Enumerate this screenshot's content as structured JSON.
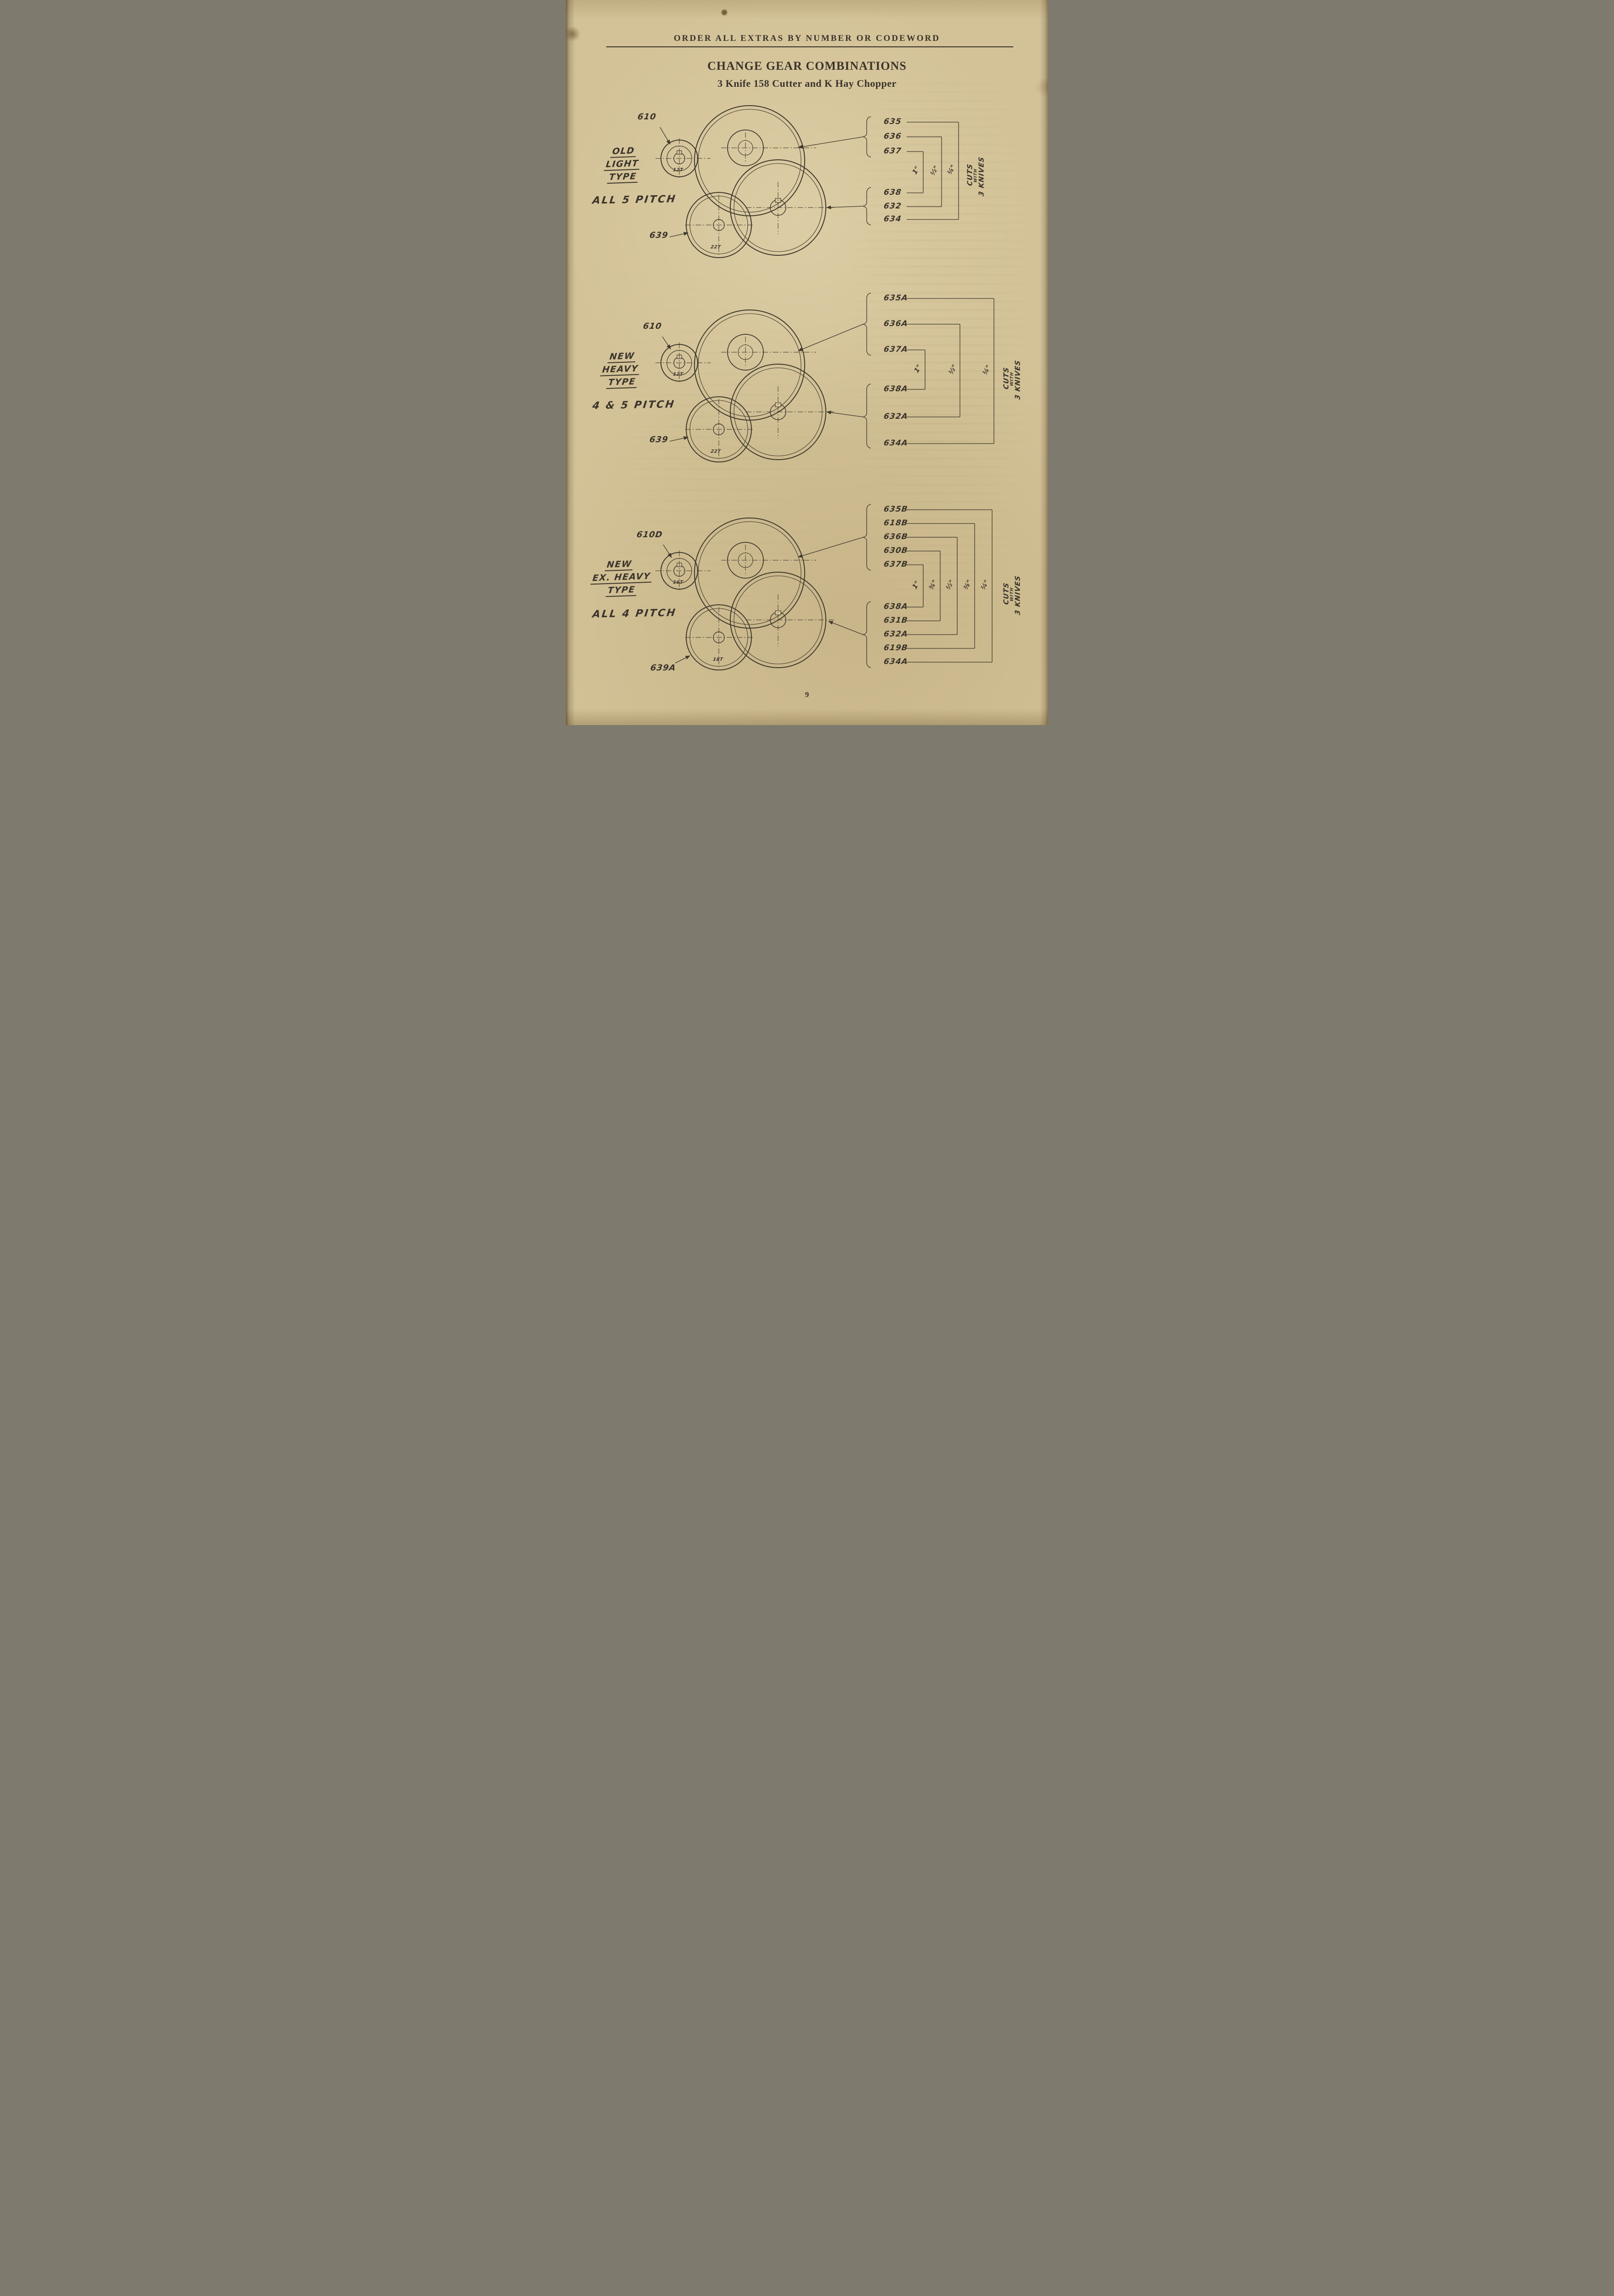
{
  "page": {
    "header": "ORDER ALL EXTRAS BY NUMBER OR CODEWORD",
    "title": "CHANGE GEAR COMBINATIONS",
    "subtitle": "3 Knife 158 Cutter and K Hay Chopper",
    "page_number": "9"
  },
  "sections": [
    {
      "type_lines": [
        "OLD",
        "LIGHT",
        "TYPE"
      ],
      "pitch": "ALL 5 PITCH",
      "small_gear_label": "610",
      "small_gear_teeth": "12T",
      "lower_gear_label": "639",
      "lower_gear_teeth": "22T",
      "upper_parts": [
        "635",
        "636",
        "637"
      ],
      "lower_parts": [
        "638",
        "632",
        "634"
      ],
      "cuts": [
        "1\"",
        "½\"",
        "¼\""
      ],
      "cuts_note": [
        "CUTS",
        "WITH",
        "3 KNIVES"
      ]
    },
    {
      "type_lines": [
        "NEW",
        "HEAVY",
        "TYPE"
      ],
      "pitch": "4 & 5 PITCH",
      "small_gear_label": "610",
      "small_gear_teeth": "12T",
      "lower_gear_label": "639",
      "lower_gear_teeth": "22T",
      "upper_parts": [
        "635A",
        "636A",
        "637A"
      ],
      "lower_parts": [
        "638A",
        "632A",
        "634A"
      ],
      "cuts": [
        "1\"",
        "½\"",
        "¼\""
      ],
      "cuts_note": [
        "CUTS",
        "WITH",
        "3 KNIVES"
      ]
    },
    {
      "type_lines": [
        "NEW",
        "EX. HEAVY",
        "TYPE"
      ],
      "pitch": "ALL 4 PITCH",
      "small_gear_label": "610D",
      "small_gear_teeth": "16T",
      "lower_gear_label": "639A",
      "lower_gear_teeth": "18T",
      "upper_parts": [
        "635B",
        "618B",
        "636B",
        "630B",
        "637B"
      ],
      "lower_parts": [
        "638A",
        "631B",
        "632A",
        "619B",
        "634A"
      ],
      "cuts": [
        "1\"",
        "¾\"",
        "½\"",
        "⅜\"",
        "¼\""
      ],
      "cuts_note": [
        "CUTS",
        "WITH",
        "3 KNIVES"
      ]
    }
  ]
}
